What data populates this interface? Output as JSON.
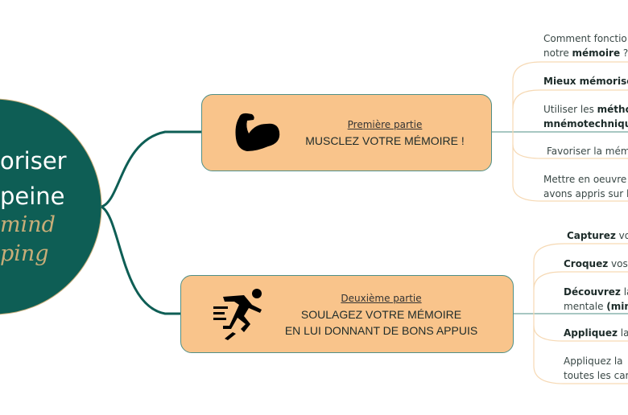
{
  "central": {
    "line1": "oriser",
    "line2": "peine",
    "line3": "mind",
    "line4": "ping"
  },
  "branch1": {
    "subtitle": "Première partie",
    "title": "MUSCLEZ VOTRE MÉMOIRE !",
    "icon": "flexed-biceps-icon",
    "children": [
      {
        "pre": "Comment fonctio",
        "bold": "",
        "post": "",
        "line2_pre": "notre ",
        "line2_bold": "mémoire",
        "line2_post": " ?"
      },
      {
        "pre": "",
        "bold": "Mieux mémorise",
        "post": ""
      },
      {
        "pre": "Utiliser les ",
        "bold": "métho",
        "post": "",
        "line2_pre": "",
        "line2_bold": "mnémotechniqu",
        "line2_post": ""
      },
      {
        "pre": "Favoriser la mém",
        "bold": "",
        "post": ""
      },
      {
        "pre": "Mettre en oeuvre",
        "bold": "",
        "post": "",
        "line2_pre": "avons appris sur l",
        "line2_bold": "",
        "line2_post": ""
      }
    ]
  },
  "branch2": {
    "subtitle": "Deuxième partie",
    "title_line1": "SOULAGEZ VOTRE MÉMOIRE",
    "title_line2": "EN LUI DONNANT DE BONS APPUIS",
    "icon": "running-person-icon",
    "children": [
      {
        "pre": "",
        "bold": "Capturez",
        "post": " vos"
      },
      {
        "pre": "",
        "bold": "Croquez",
        "post": " vos"
      },
      {
        "pre": "",
        "bold": "Découvrez",
        "post": " la",
        "line2_pre": "mentale ",
        "line2_bold": "(min",
        "line2_post": ""
      },
      {
        "pre": "",
        "bold": "Appliquez",
        "post": " la"
      },
      {
        "pre": "Appliquez la",
        "bold": "",
        "post": "",
        "line2_pre": "toutes les car",
        "line2_bold": "",
        "line2_post": ""
      }
    ]
  },
  "colors": {
    "central": "#0e5e55",
    "box": "#f9c48b",
    "leafline": "#f6d9b4",
    "connector": "#0e5e55"
  }
}
